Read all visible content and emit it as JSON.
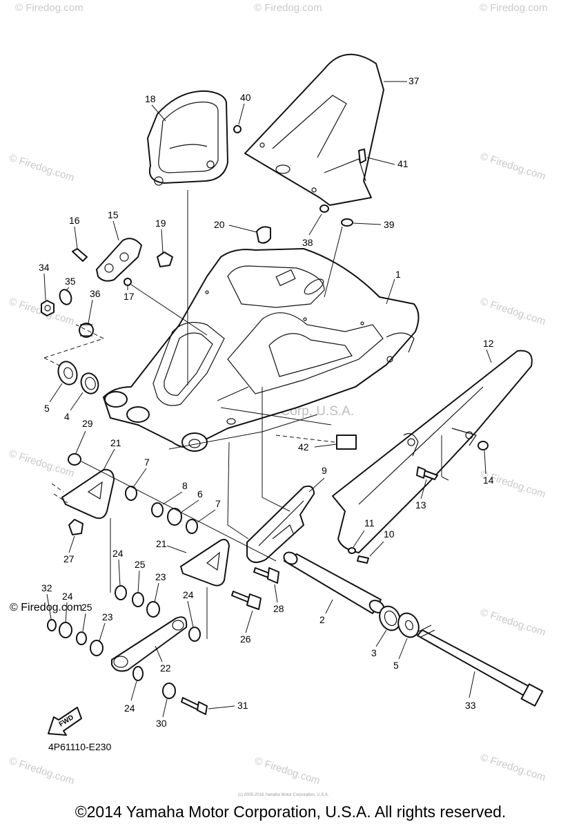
{
  "watermark": {
    "site": "© Firedog.com",
    "overlay": "Yamaha Motor Corp, U.S.A."
  },
  "labels": [
    "1",
    "2",
    "3",
    "4",
    "5",
    "6",
    "7",
    "8",
    "9",
    "10",
    "11",
    "12",
    "13",
    "14",
    "15",
    "16",
    "17",
    "18",
    "19",
    "20",
    "21",
    "22",
    "23",
    "24",
    "25",
    "26",
    "27",
    "28",
    "29",
    "30",
    "31",
    "32",
    "33",
    "34",
    "35",
    "36",
    "37",
    "38",
    "39",
    "40",
    "41",
    "42"
  ],
  "diagram_code": "4P61110-E230",
  "fwd_label": "FWD",
  "small_print": "(c) 2005-2016 Yamaha Motor Corporation, U.S.A.",
  "copyright": "©2014 Yamaha Motor Corporation, U.S.A. All rights reserved.",
  "colors": {
    "line": "#111111",
    "watermark": "#c9c9c9",
    "background": "#ffffff"
  }
}
